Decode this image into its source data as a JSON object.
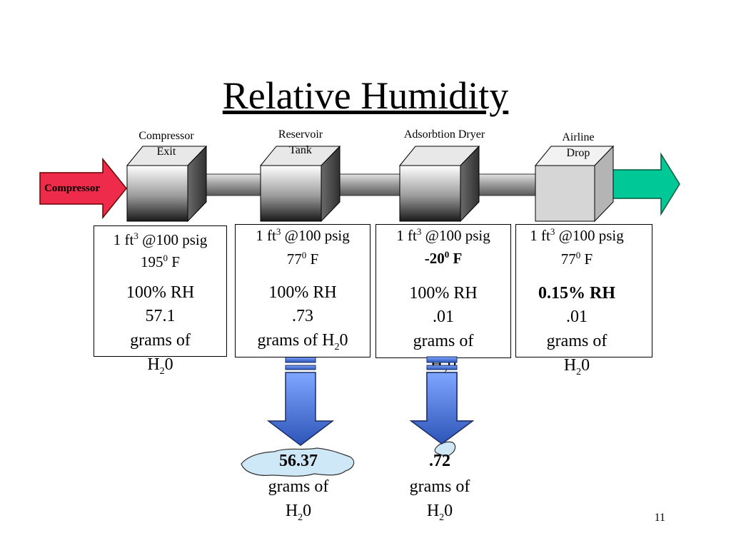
{
  "title": "Relative Humidity",
  "page_number": "11",
  "compressor_label": "Compressor",
  "colors": {
    "input_arrow": "#ee2b4a",
    "output_arrow": "#00c896",
    "drain_arrow": "#4f7fdc",
    "puddle": "#cfe8f7"
  },
  "stages": [
    {
      "label_lines": [
        "Compressor",
        "Exit"
      ],
      "volume_prefix": "1 ft",
      "volume_sup": "3",
      "pressure": " @100 psig",
      "temp_value": "195",
      "temp_sup": "0",
      "temp_unit": " F",
      "temp_bold": false,
      "rh": "100% RH",
      "rh_bold": false,
      "grams_value": "57.1",
      "grams_line": "grams of",
      "water_base": "H",
      "water_sub": "2",
      "water_end": "0"
    },
    {
      "label_lines": [
        "Reservoir",
        "Tank"
      ],
      "volume_prefix": "1 ft",
      "volume_sup": "3",
      "pressure": " @100 psig",
      "temp_value": "77",
      "temp_sup": "0",
      "temp_unit": " F",
      "temp_bold": false,
      "rh": "100% RH",
      "rh_bold": false,
      "grams_value": ".73",
      "grams_line": "grams of H",
      "water_base": "",
      "water_sub": "2",
      "water_end": "0"
    },
    {
      "label_lines": [
        "Adsorbtion Dryer"
      ],
      "volume_prefix": "1 ft",
      "volume_sup": "3",
      "pressure": " @100 psig",
      "temp_value": "-20",
      "temp_sup": "0",
      "temp_unit": " F",
      "temp_bold": true,
      "rh": "100% RH",
      "rh_bold": false,
      "grams_value": ".01",
      "grams_line": "grams of",
      "water_base": "H",
      "water_sub": "2",
      "water_end": "0"
    },
    {
      "label_lines": [
        "Airline",
        "Drop"
      ],
      "volume_prefix": "1 ft",
      "volume_sup": "3",
      "pressure": " @100 psig",
      "temp_value": "77",
      "temp_sup": "0",
      "temp_unit": " F",
      "temp_bold": false,
      "rh": "0.15% RH",
      "rh_bold": true,
      "grams_value": ".01",
      "grams_line": "grams of",
      "water_base": "H",
      "water_sub": "2",
      "water_end": "0"
    }
  ],
  "drains": [
    {
      "value": "56.37",
      "line": "grams of",
      "water_base": "H",
      "water_sub": "2",
      "water_end": "0"
    },
    {
      "value": ".72",
      "line": "grams of",
      "water_base": "H",
      "water_sub": "2",
      "water_end": "0"
    }
  ]
}
